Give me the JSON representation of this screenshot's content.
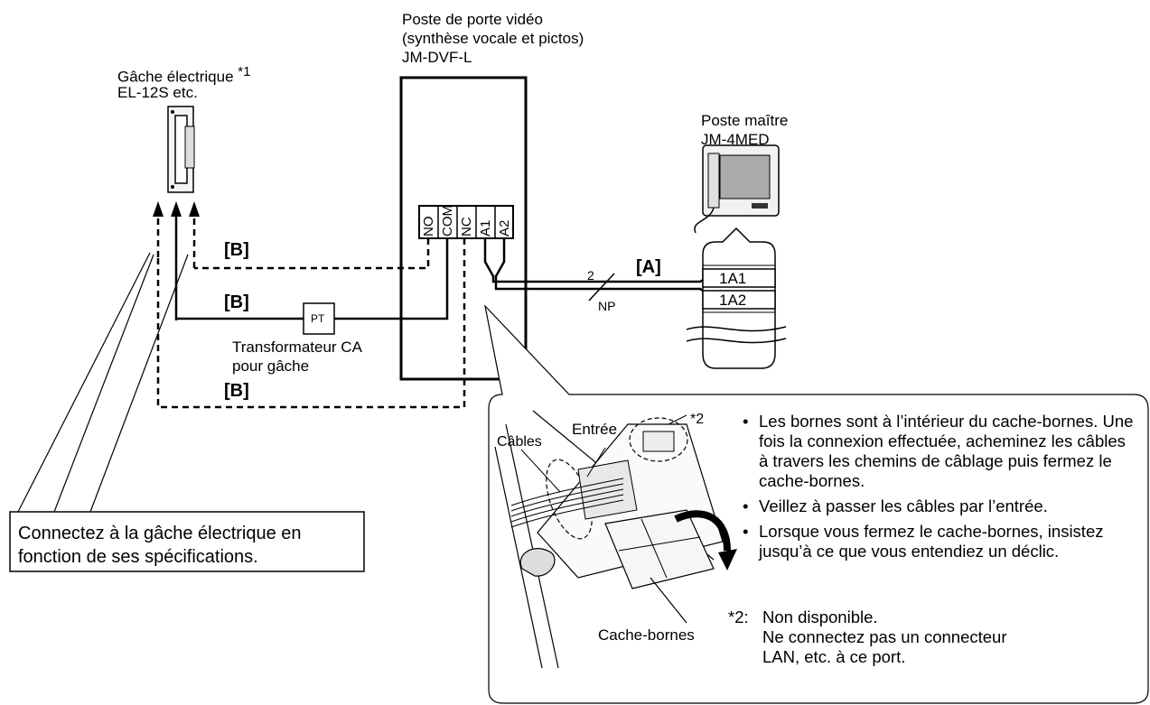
{
  "door_station": {
    "title": "Poste de porte vidéo",
    "subtitle": "(synthèse vocale et pictos)",
    "model": "JM-DVF-L",
    "terminals": [
      "NO",
      "COM",
      "NC",
      "A1",
      "A2"
    ]
  },
  "electric_lock": {
    "title": "Gâche électrique",
    "note_mark": "*1",
    "model": "EL-12S etc."
  },
  "master_station": {
    "title": "Poste maître",
    "model": "JM-4MED",
    "terminals": [
      "1A1",
      "1A2"
    ]
  },
  "wiring": {
    "label_a": "[A]",
    "label_b": "[B]",
    "wire_count": "2",
    "wire_type": "NP",
    "transformer_abbr": "PT",
    "transformer_line1": "Transformateur CA",
    "transformer_line2": "pour gâche"
  },
  "callout": {
    "text": "Connectez à la gâche électrique en fonction de ses spécifications."
  },
  "detail": {
    "label_cables": "Câbles",
    "label_entry": "Entrée",
    "label_cover": "Cache-bornes",
    "port_mark": "*2",
    "notes": [
      "Les bornes sont à l’intérieur du cache-bornes. Une fois la connexion effectuée, acheminez les câbles à travers les chemins de câblage puis fermez le cache-bornes.",
      "Veillez à passer les câbles par l’entrée.",
      "Lorsque vous fermez le cache-bornes, insistez jusqu’à ce que vous entendiez un déclic."
    ],
    "footnote_mark": "*2:",
    "footnote_line1": "Non disponible.",
    "footnote_line2": "Ne connectez pas un connecteur",
    "footnote_line3": "LAN, etc. à ce port."
  }
}
